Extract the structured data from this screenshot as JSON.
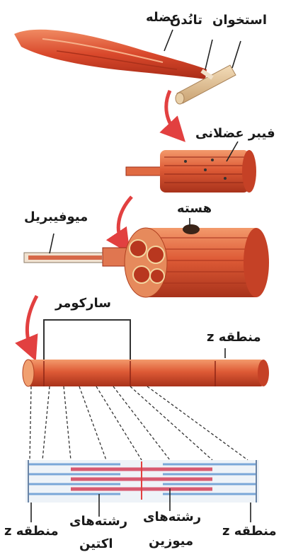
{
  "labels": {
    "bone": "استخوان",
    "tendon": "تانُدن",
    "muscle": "عضله",
    "muscle_fiber": "فیبر عضلانی",
    "nucleus": "هسته",
    "myofibril": "میوفیبریل",
    "sarcomere": "سارکومر",
    "z_zone_top": "منطقه z",
    "z_zone_left": "منطقه z",
    "z_zone_right": "منطقه z",
    "actin_line1": "رشته‌های",
    "actin_line2": "اکتین",
    "myosin_line1": "رشته‌های",
    "myosin_line2": "میوزین"
  },
  "colors": {
    "muscle_red": "#d9482b",
    "muscle_light": "#ee7a54",
    "bone": "#e4c49a",
    "arrow_red": "#e24040",
    "actin_blue": "#7aa7d8",
    "myosin_pink": "#d85a70"
  }
}
